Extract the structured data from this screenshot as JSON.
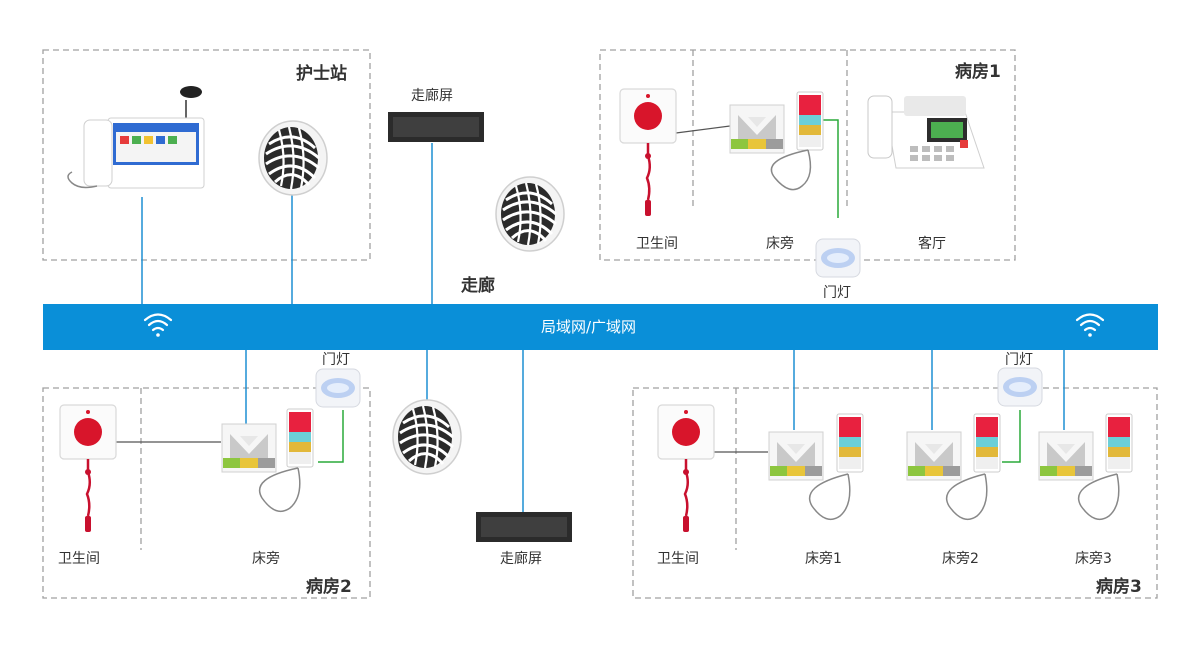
{
  "network": {
    "label": "局域网/广域网",
    "color": "#0a8fd8"
  },
  "colors": {
    "link": "#1d8fd2",
    "green": "#2aaa3a",
    "wire": "#555555",
    "border": "#999999"
  },
  "zones": {
    "nurse_station": {
      "title": "护士站"
    },
    "corridor": {
      "title": "走廊"
    },
    "ward1": {
      "title": "病房1",
      "labels": [
        "卫生间",
        "床旁",
        "客厅"
      ]
    },
    "ward2": {
      "title": "病房2",
      "labels": [
        "卫生间",
        "床旁"
      ]
    },
    "ward3": {
      "title": "病房3",
      "labels": [
        "卫生间",
        "床旁1",
        "床旁2",
        "床旁3"
      ]
    }
  },
  "devices": {
    "corridor_screen_label": "走廊屏",
    "door_light_label": "门灯"
  },
  "icons": [
    "wifi-icon",
    "nurse-station-console-icon",
    "ceiling-speaker-icon",
    "corridor-screen-icon",
    "pull-cord-alarm-icon",
    "bedside-terminal-icon",
    "handset-icon",
    "door-light-icon",
    "ip-phone-icon"
  ]
}
